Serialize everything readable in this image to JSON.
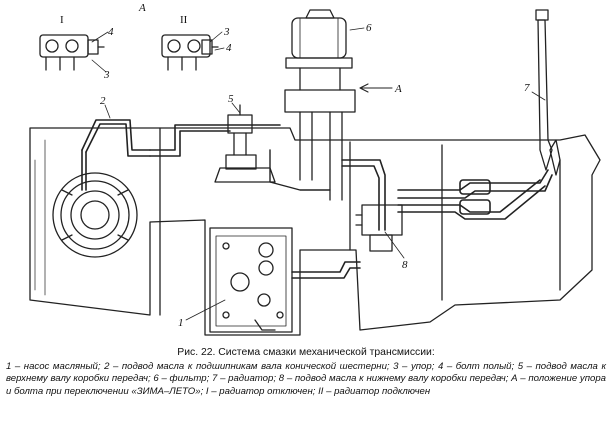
{
  "labels": {
    "view_a": "A",
    "variant_1": "I",
    "variant_2": "II",
    "arrow_a": "A",
    "n1": "1",
    "n2": "2",
    "n3a": "3",
    "n4a": "4",
    "n3b": "3",
    "n4b": "4",
    "n5": "5",
    "n6": "6",
    "n7": "7",
    "n8": "8"
  },
  "caption": {
    "title": "Рис. 22. Система смазки механической трансмиссии:",
    "body": "1 – насос масляный; 2 – подвод масла к подшипникам вала конической шестерни; 3 – упор; 4 – болт полый; 5 – подвод масла к верхнему валу коробки передач; 6 – фильтр; 7 – радиатор; 8 – подвод масла к нижнему валу коробки передач; А – положение упора и болта при переключении «ЗИМА–ЛЕТО»; I – радиатор отключен; II – радиатор подключен"
  }
}
